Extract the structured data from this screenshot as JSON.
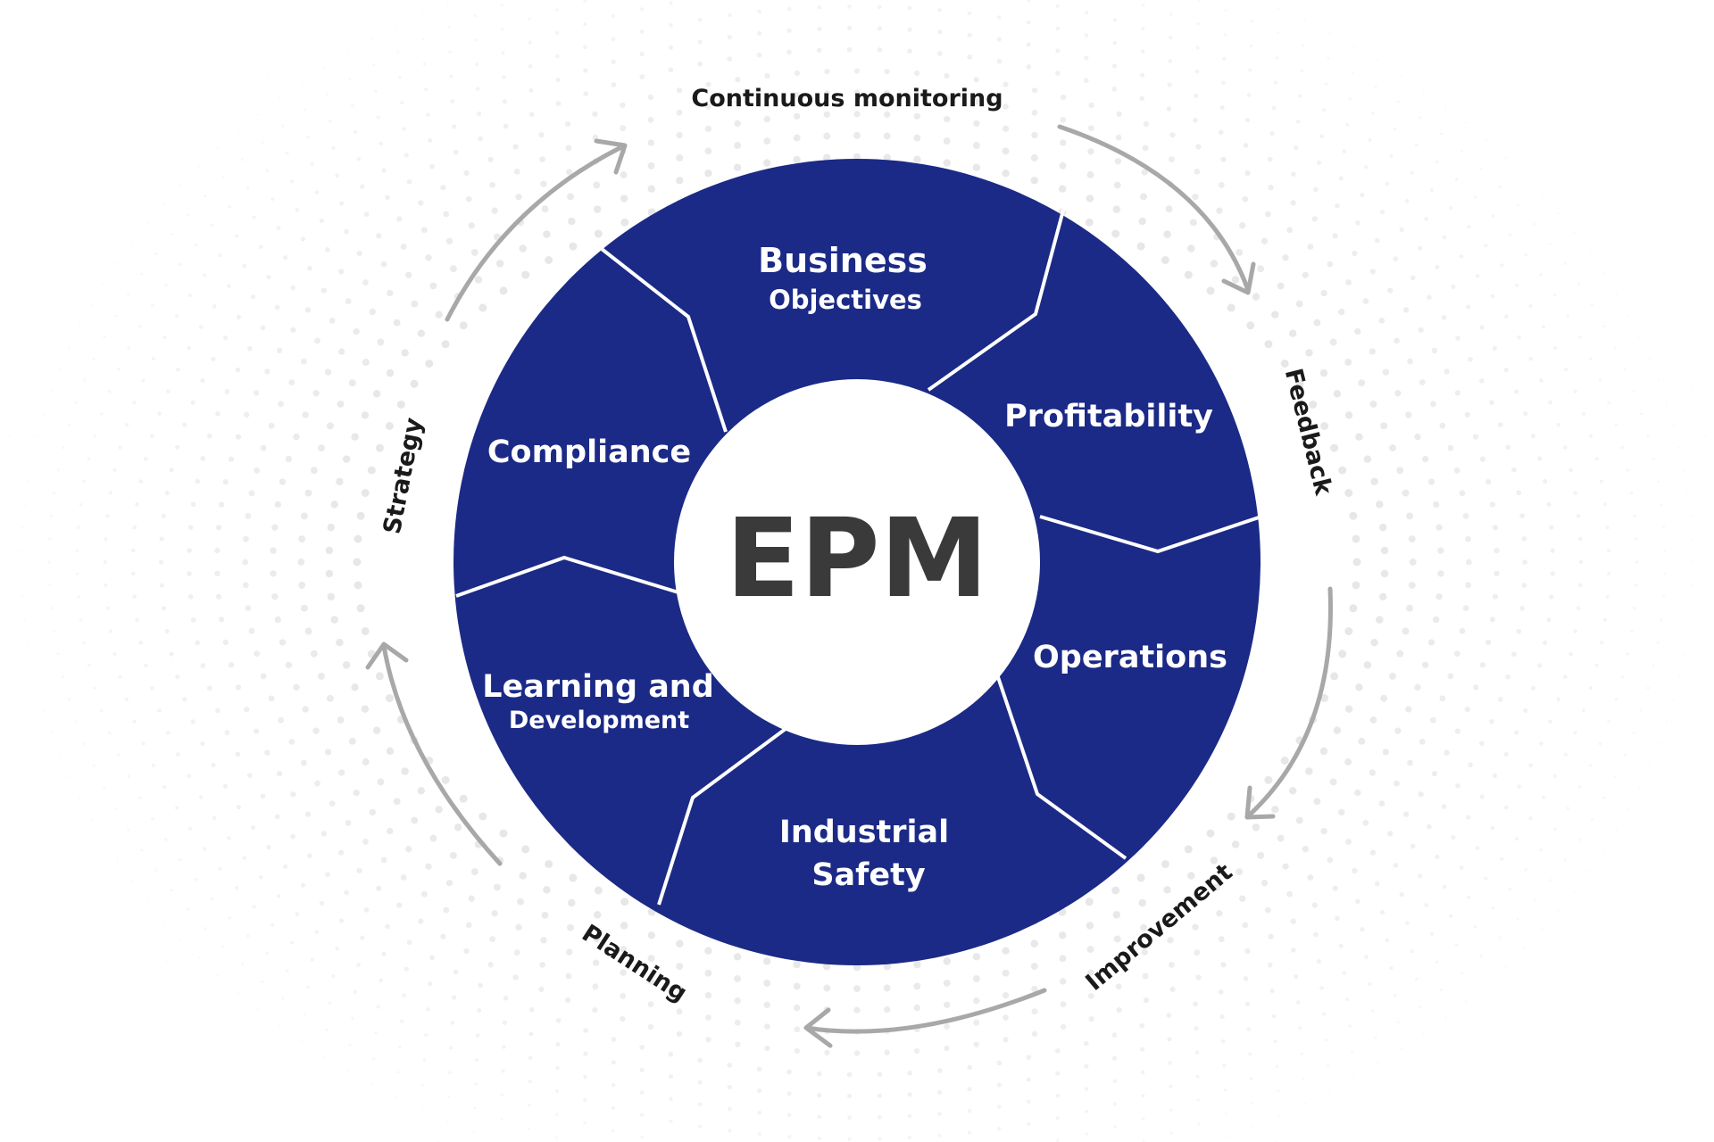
{
  "diagram": {
    "center_label": "EPM",
    "segments": [
      {
        "line1": "Business",
        "line2": "Objectives"
      },
      {
        "line1": "Profitability",
        "line2": ""
      },
      {
        "line1": "Operations",
        "line2": ""
      },
      {
        "line1": "Industrial",
        "line2": "Safety"
      },
      {
        "line1": "Learning and",
        "line2": "Development"
      },
      {
        "line1": "Compliance",
        "line2": ""
      }
    ],
    "cycle_labels": {
      "continuous_monitoring": "Continuous monitoring",
      "feedback": "Feedback",
      "improvement": "Improvement",
      "planning": "Planning",
      "strategy": "Strategy"
    },
    "colors": {
      "wheel": "#1b2a86",
      "divider": "#ffffff",
      "center_fill": "#ffffff",
      "center_text": "#3a3a3a",
      "arrow": "#a8a8a8",
      "dots": "#e4e4e4"
    }
  }
}
